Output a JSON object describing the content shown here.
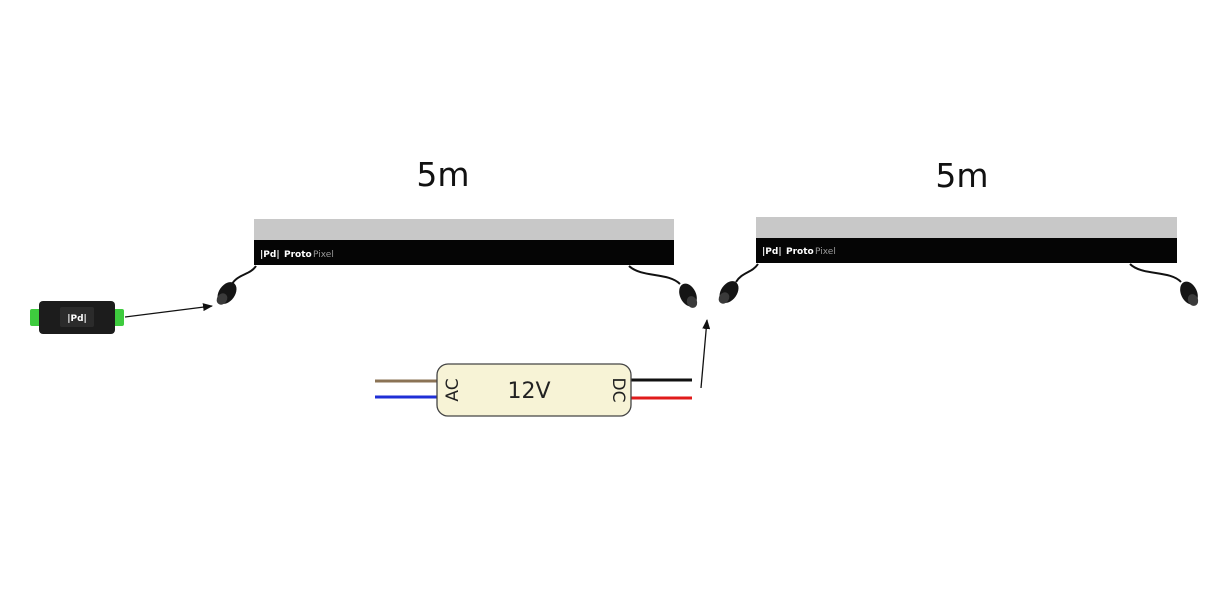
{
  "strips": [
    {
      "length_label": "5m",
      "brand_badge": "|Pd|",
      "brand_primary": "Proto",
      "brand_secondary": "Pixel"
    },
    {
      "length_label": "5m",
      "brand_badge": "|Pd|",
      "brand_primary": "Proto",
      "brand_secondary": "Pixel"
    }
  ],
  "psu": {
    "voltage_label": "12V",
    "input_label": "AC",
    "output_label": "DC"
  },
  "controller": {
    "badge": "|Pd|"
  },
  "colors": {
    "strip_diffuser": "#c8c8c8",
    "strip_body": "#050505",
    "psu_fill": "#f7f3d6",
    "controller_terminal": "#3ecb3e",
    "wire_ac_live": "#8b7355",
    "wire_ac_neutral": "#1f2fd6",
    "wire_dc_negative": "#111111",
    "wire_dc_positive": "#e01b1b"
  }
}
